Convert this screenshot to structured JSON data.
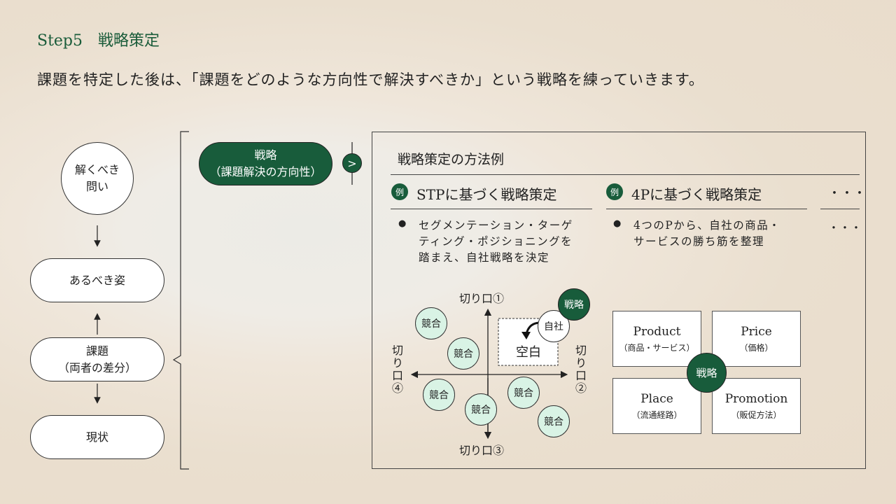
{
  "header": {
    "step": "Step5　戦略策定",
    "lead": "課題を特定した後は、「課題をどのような方向性で解決すべきか」という戦略を練っていきます。"
  },
  "left_flow": {
    "question": [
      "解くべき",
      "問い"
    ],
    "ideal": "あるべき姿",
    "issue": [
      "課題",
      "（両者の差分）"
    ],
    "current": "現状"
  },
  "strategy": {
    "line1": "戦略",
    "line2": "（課題解決の方向性）",
    "arrow": ">"
  },
  "panel": {
    "title": "戦略策定の方法例",
    "examples": [
      {
        "badge": "例",
        "heading": "STPに基づく戦略策定",
        "bullet": [
          "セグメンテーション・ターゲ",
          "ティング・ポジショニングを",
          "踏まえ、自社戦略を決定"
        ]
      },
      {
        "badge": "例",
        "heading": "4Pに基づく戦略策定",
        "bullet": [
          "4つのPから、自社の商品・",
          "サービスの勝ち筋を整理"
        ]
      }
    ],
    "ellipsis": "・・・",
    "stp_map": {
      "axis_top": "切り口①",
      "axis_right": "切り口②",
      "axis_bottom": "切り口③",
      "axis_left": "切り口④",
      "competitor": "競合",
      "blank": "空白",
      "self": "自社",
      "strategy": "戦略"
    },
    "four_p": {
      "items": [
        {
          "en": "Product",
          "ja": "（商品・サービス）"
        },
        {
          "en": "Price",
          "ja": "（価格）"
        },
        {
          "en": "Place",
          "ja": "（流通経路）"
        },
        {
          "en": "Promotion",
          "ja": "（販促方法）"
        }
      ],
      "center": "戦略"
    }
  },
  "colors": {
    "accent": "#185c3b",
    "competitor": "#d9f3e5"
  }
}
